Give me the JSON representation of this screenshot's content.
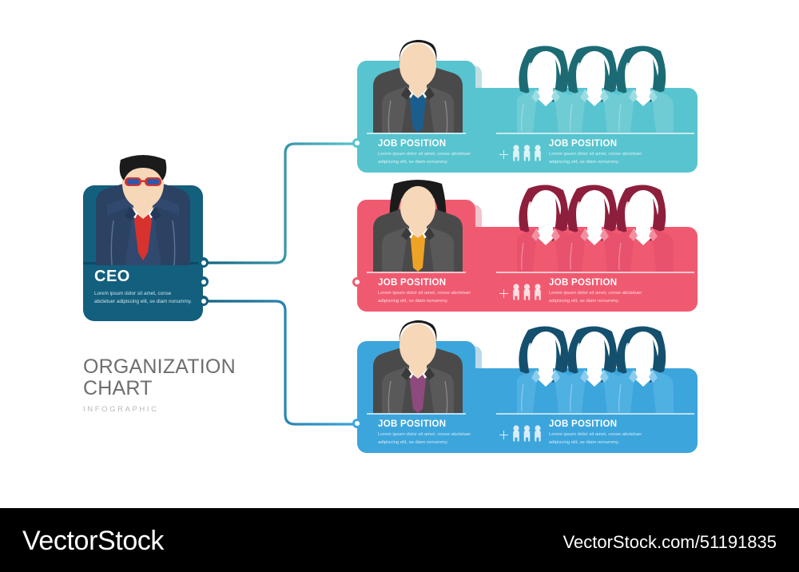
{
  "meta": {
    "palette": {
      "ceo": "#135F7E",
      "ceo_dark": "#0E4A63",
      "row_teal": "#58C4CF",
      "row_pink": "#F05A70",
      "row_blue": "#3CA5DC",
      "title_gray": "#6E6E6E",
      "sub_gray": "#B9B9B9",
      "footer_bg": "#000000"
    }
  },
  "ceo": {
    "title": "CEO",
    "body": "Lorem ipsum dolor sit amet, conse abctetuer adipiscing elit, se diam nonummy.",
    "avatar_name": "ceo-avatar-man-sunglasses"
  },
  "brand": {
    "line1": "ORGANIZATION",
    "line2": "CHART",
    "subtitle": "INFOGRAPHIC"
  },
  "rows": [
    {
      "id": "row-teal",
      "color": "#58C4CF",
      "shadow": "#2E97A5",
      "dot_color": "#58C4CF",
      "manager": {
        "avatar_name": "manager-avatar-man-blue-tie",
        "job_title": "JOB POSITION",
        "body": "Lorem ipsum dolor sit amet, conse abctetuer adipiscing elit, se diam nonummy."
      },
      "team": {
        "avatar_name": "team-avatar-three-women",
        "job_title": "JOB POSITION",
        "body": "Lorem ipsum dolor sit amet, conse abctetuer adipiscing elit, se diam nonummy.",
        "count": 3
      }
    },
    {
      "id": "row-pink",
      "color": "#F05A70",
      "shadow": "#D43C57",
      "dot_color": "#F05A70",
      "manager": {
        "avatar_name": "manager-avatar-woman-orange-tie",
        "job_title": "JOB POSITION",
        "body": "Lorem ipsum dolor sit amet, conse abctetuer adipiscing elit, se diam nonummy."
      },
      "team": {
        "avatar_name": "team-avatar-three-women",
        "job_title": "JOB POSITION",
        "body": "Lorem ipsum dolor sit amet, conse abctetuer adipiscing elit, se diam nonummy.",
        "count": 3
      }
    },
    {
      "id": "row-blue",
      "color": "#3CA5DC",
      "shadow": "#1E82BC",
      "dot_color": "#3CA5DC",
      "manager": {
        "avatar_name": "manager-avatar-man-purple-tie",
        "job_title": "JOB POSITION",
        "body": "Lorem ipsum dolor sit amet, conse abctetuer adipiscing elit, se diam nonummy."
      },
      "team": {
        "avatar_name": "team-avatar-three-women",
        "job_title": "JOB POSITION",
        "body": "Lorem ipsum dolor sit amet, conse abctetuer adipiscing elit, se diam nonummy.",
        "count": 3
      }
    }
  ],
  "footer": {
    "logo": "VectorStock",
    "url": "VectorStock.com/51191835"
  }
}
